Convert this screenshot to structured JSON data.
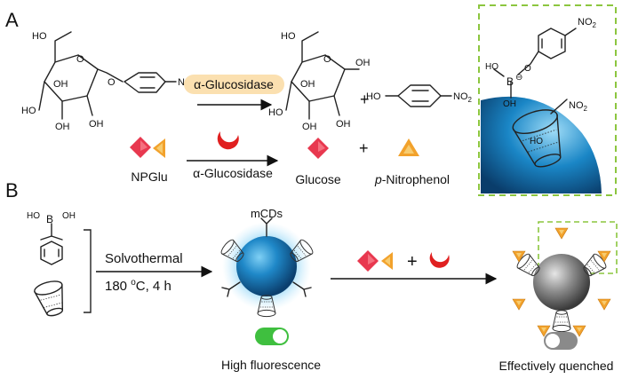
{
  "panels": {
    "a": "A",
    "b": "B"
  },
  "chem": {
    "oh": "OH",
    "ho": "HO",
    "no2_n": "NO",
    "no2_sub": "2",
    "o": "O",
    "b": "B",
    "minus": "⊖"
  },
  "panel_a": {
    "enzyme_top": "α-Glucosidase",
    "enzyme_bottom": "α-Glucosidase",
    "substrate": "NPGlu",
    "product_1": "Glucose",
    "product_2_prefix": "p",
    "product_2_rest": "-Nitrophenol",
    "plus": "+"
  },
  "panel_b": {
    "probe": "mCDs",
    "condition_1": "Solvothermal",
    "condition_2_num": "180 ",
    "condition_2_deg": "o",
    "condition_2_rest": "C, 4 h",
    "plus": "+",
    "state_on": "High fluorescence",
    "state_off": "Effectively quenched"
  },
  "colors": {
    "diamond": "#e8384f",
    "triangle": "#f2a22c",
    "crescent": "#e02020",
    "enzyme_highlight": "#fbe0b0",
    "dot_blue": "#1f88c8",
    "dot_grey": "#7c7c7c",
    "toggle_on": "#3fbf3f",
    "toggle_off": "#8a8a8a",
    "zoom_dash": "#8cc63f"
  }
}
